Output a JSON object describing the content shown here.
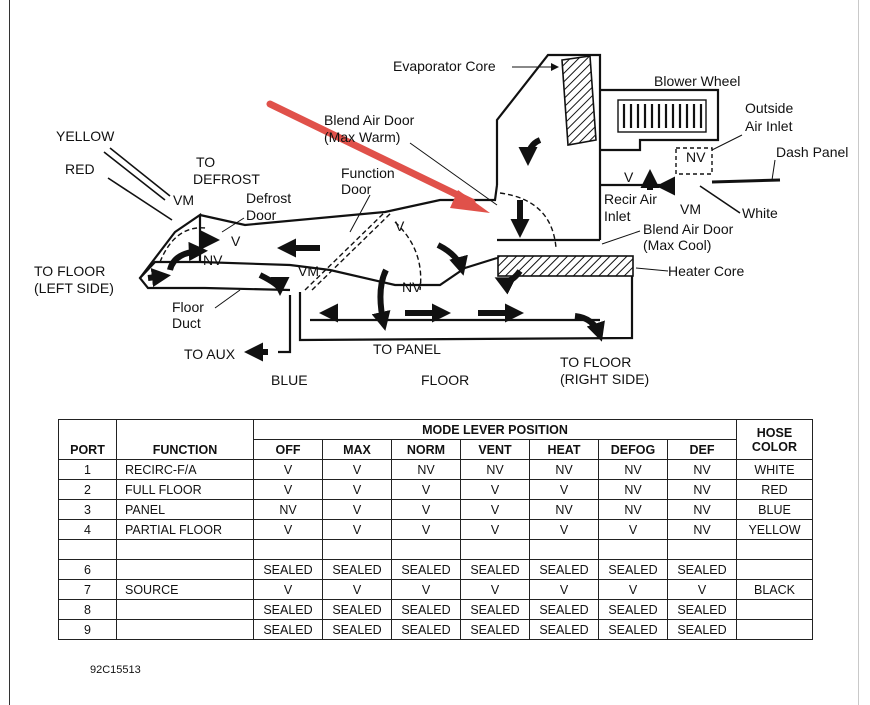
{
  "labels": {
    "evaporator_core": "Evaporator Core",
    "blower_wheel": "Blower Wheel",
    "blend_air_door_max_warm_1": "Blend Air Door",
    "blend_air_door_max_warm_2": "(Max Warm)",
    "outside_air_inlet_1": "Outside",
    "outside_air_inlet_2": "Air Inlet",
    "dash_panel": "Dash Panel",
    "yellow": "YELLOW",
    "red": "RED",
    "to_defrost_1": "TO",
    "to_defrost_2": "DEFROST",
    "function_door_1": "Function",
    "function_door_2": "Door",
    "vm_defrost": "VM",
    "defrost_door_1": "Defrost",
    "defrost_door_2": "Door",
    "v_defrost": "V",
    "nv_defrost": "NV",
    "v_function": "V",
    "vm_function": "VM",
    "nv_function": "NV",
    "v_recirc": "V",
    "nv_inlet": "NV",
    "vm_inlet": "VM",
    "recirc_air_inlet_1": "Recir Air",
    "recirc_air_inlet_2": "Inlet",
    "white": "White",
    "blend_air_door_max_cool_1": "Blend Air Door",
    "blend_air_door_max_cool_2": "(Max Cool)",
    "heater_core": "Heater Core",
    "to_floor_left_1": "TO FLOOR",
    "to_floor_left_2": "(LEFT SIDE)",
    "floor_duct_1": "Floor",
    "floor_duct_2": "Duct",
    "to_aux": "TO AUX",
    "to_panel": "TO PANEL",
    "blue": "BLUE",
    "floor": "FLOOR",
    "to_floor_right_1": "TO FLOOR",
    "to_floor_right_2": "(RIGHT SIDE)"
  },
  "table": {
    "header_port": "PORT",
    "header_function": "FUNCTION",
    "header_mode_lever": "MODE LEVER POSITION",
    "header_hose_color_1": "HOSE",
    "header_hose_color_2": "COLOR",
    "modes": [
      "OFF",
      "MAX",
      "NORM",
      "VENT",
      "HEAT",
      "DEFOG",
      "DEF"
    ],
    "rows": [
      {
        "port": "1",
        "function": "RECIRC-F/A",
        "values": [
          "V",
          "V",
          "NV",
          "NV",
          "NV",
          "NV",
          "NV"
        ],
        "hose": "WHITE"
      },
      {
        "port": "2",
        "function": "FULL FLOOR",
        "values": [
          "V",
          "V",
          "V",
          "V",
          "V",
          "NV",
          "NV"
        ],
        "hose": "RED"
      },
      {
        "port": "3",
        "function": "PANEL",
        "values": [
          "NV",
          "V",
          "V",
          "V",
          "NV",
          "NV",
          "NV"
        ],
        "hose": "BLUE"
      },
      {
        "port": "4",
        "function": "PARTIAL FLOOR",
        "values": [
          "V",
          "V",
          "V",
          "V",
          "V",
          "V",
          "NV"
        ],
        "hose": "YELLOW"
      },
      {
        "port": "",
        "function": "",
        "values": [
          "",
          "",
          "",
          "",
          "",
          "",
          ""
        ],
        "hose": ""
      },
      {
        "port": "6",
        "function": "",
        "values": [
          "SEALED",
          "SEALED",
          "SEALED",
          "SEALED",
          "SEALED",
          "SEALED",
          "SEALED"
        ],
        "hose": ""
      },
      {
        "port": "7",
        "function": "SOURCE",
        "values": [
          "V",
          "V",
          "V",
          "V",
          "V",
          "V",
          "V"
        ],
        "hose": "BLACK"
      },
      {
        "port": "8",
        "function": "",
        "values": [
          "SEALED",
          "SEALED",
          "SEALED",
          "SEALED",
          "SEALED",
          "SEALED",
          "SEALED"
        ],
        "hose": ""
      },
      {
        "port": "9",
        "function": "",
        "values": [
          "SEALED",
          "SEALED",
          "SEALED",
          "SEALED",
          "SEALED",
          "SEALED",
          "SEALED"
        ],
        "hose": ""
      }
    ]
  },
  "figure_id": "92C15513",
  "colors": {
    "pointer_arrow": "#e0514a",
    "ink": "#111111"
  }
}
